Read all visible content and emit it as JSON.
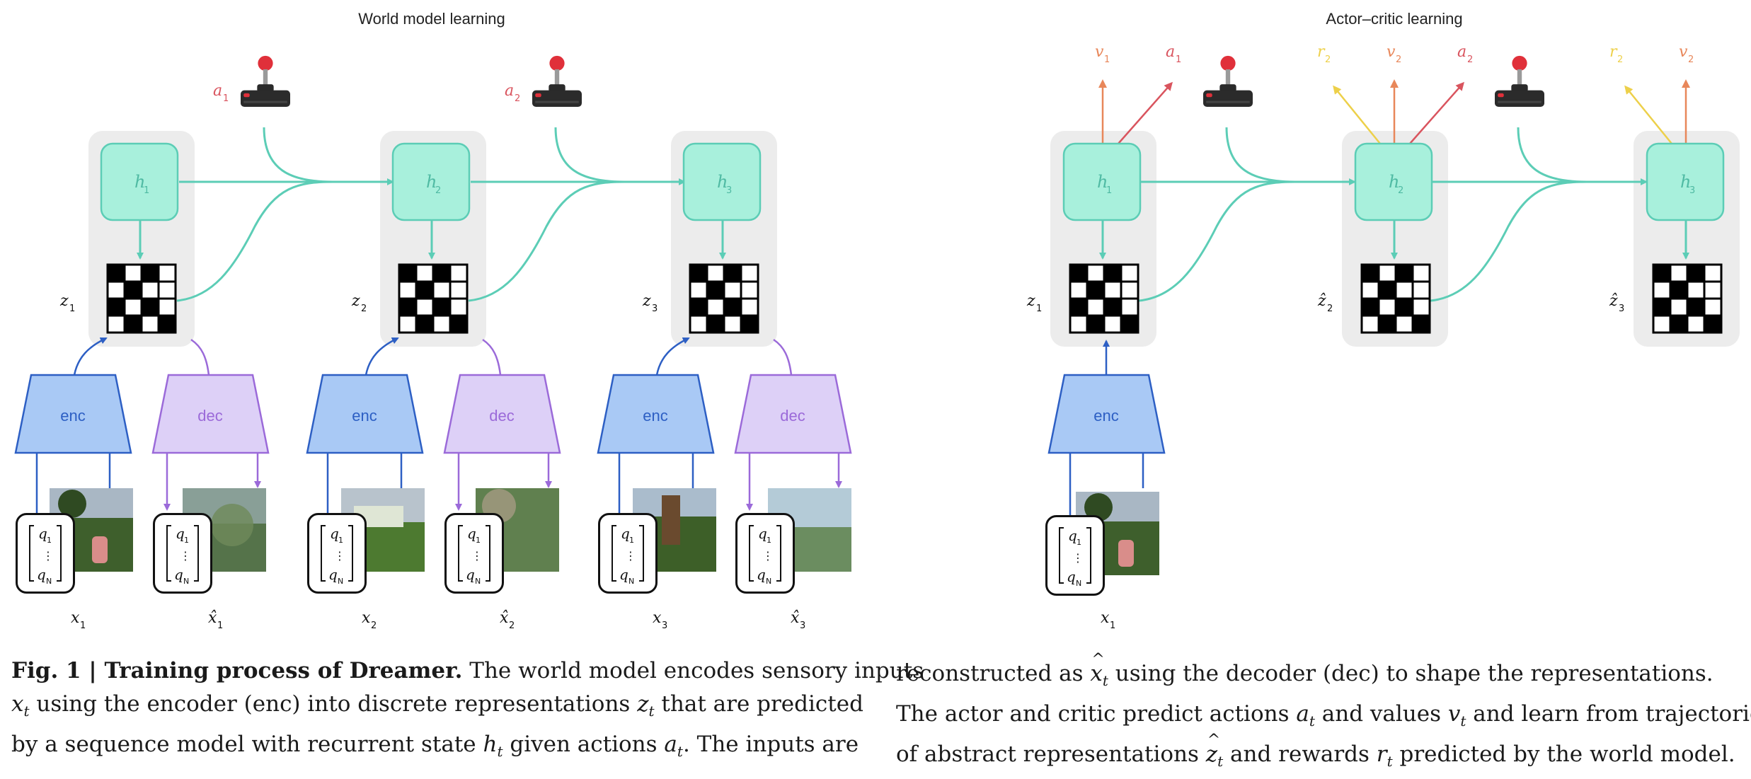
{
  "titles": {
    "world_model": "World model learning",
    "actor_critic": "Actor–critic learning"
  },
  "modules": {
    "enc": "enc",
    "dec": "dec"
  },
  "vector": {
    "q1": "q",
    "q1_sub": "1",
    "dots": "⋮",
    "qN": "q",
    "qN_sub": "N"
  },
  "labels": {
    "h1": "h",
    "h1_sub": "1",
    "h2": "h",
    "h2_sub": "2",
    "h3": "h",
    "h3_sub": "3",
    "z1": "z",
    "z1_sub": "1",
    "z2": "z",
    "z2_sub": "2",
    "z3": "z",
    "z3_sub": "3",
    "zhat2": "ẑ",
    "zhat2_sub": "2",
    "zhat3": "ẑ",
    "zhat3_sub": "3",
    "x1": "x",
    "x1_sub": "1",
    "x2": "x",
    "x2_sub": "2",
    "x3": "x",
    "x3_sub": "3",
    "xhat1": "x̂",
    "xhat1_sub": "1",
    "xhat2": "x̂",
    "xhat2_sub": "2",
    "xhat3": "x̂",
    "xhat3_sub": "3",
    "a1": "a",
    "a1_sub": "1",
    "a2": "a",
    "a2_sub": "2",
    "v1": "v",
    "v1_sub": "1",
    "v2": "v",
    "v2_sub": "2",
    "r2": "r",
    "r2_sub": "2"
  },
  "colors": {
    "teal": "#5ccdb6",
    "teal_fill": "#a8f0dc",
    "enc_fill": "#a9c9f5",
    "enc_stroke": "#2d5fc4",
    "dec_fill": "#ddd0f7",
    "dec_stroke": "#9b6ad9",
    "value_orange": "#e8875a",
    "action_red": "#d9545e",
    "reward_yellow": "#edd04a",
    "panel_gray": "#ececec"
  },
  "icons": [
    "joystick-icon"
  ],
  "caption": {
    "fig": "Fig. 1 | Training process of Dreamer.",
    "left_l1": " The world model encodes sensory inputs",
    "left_l2_x": "x",
    "left_l2_xs": "t",
    "left_l2": " using the encoder (enc) into discrete representations ",
    "left_l2_z": "z",
    "left_l2_zs": "t",
    "left_l2_end": " that are predicted",
    "left_l3_a": "by a sequence model with recurrent state ",
    "left_l3_h": "h",
    "left_l3_hs": "t",
    "left_l3_b": " given actions ",
    "left_l3_at": "a",
    "left_l3_ats": "t",
    "left_l3_c": ". The inputs are",
    "right_l1_a": "reconstructed as ",
    "right_l1_x": "x",
    "right_l1_xs": "t",
    "right_l1_b": " using the decoder (dec) to shape the representations.",
    "right_l2_a": "The actor and critic predict actions ",
    "right_l2_at": "a",
    "right_l2_ats": "t",
    "right_l2_b": " and values ",
    "right_l2_v": "v",
    "right_l2_vs": "t",
    "right_l2_c": " and learn from trajectories",
    "right_l3_a": "of abstract representations ",
    "right_l3_z": "z",
    "right_l3_zs": "t",
    "right_l3_b": " and rewards ",
    "right_l3_r": "r",
    "right_l3_rs": "t",
    "right_l3_c": " predicted by the world model."
  }
}
